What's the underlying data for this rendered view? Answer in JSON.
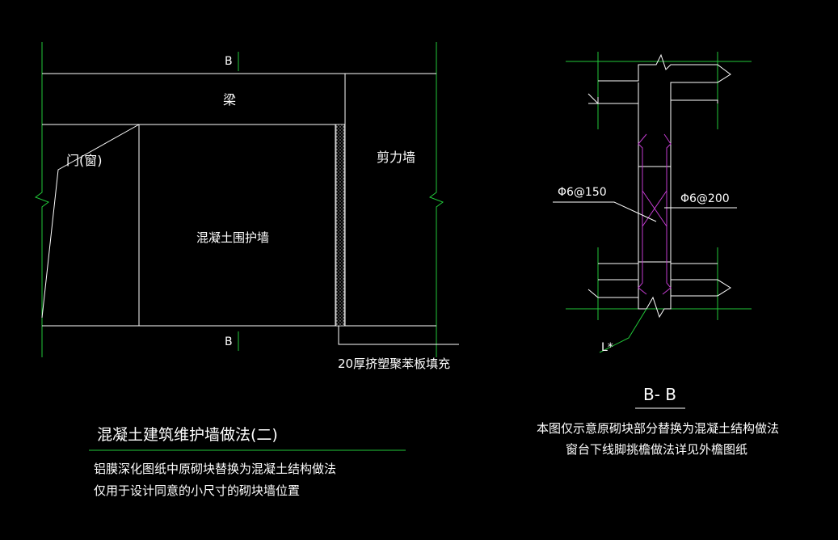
{
  "drawing": {
    "background": "#000000",
    "colors": {
      "line_white": "#ffffff",
      "line_green": "#22c93a",
      "rebar_magenta": "#c23ccf"
    },
    "left_detail": {
      "dim_top": "B",
      "dim_bottom": "B",
      "beam_label": "梁",
      "door_label": "门(窗)",
      "shear_wall_label": "剪力墙",
      "concrete_wall_label": "混凝土围护墙",
      "filler_note": "20厚挤塑聚苯板填充"
    },
    "right_detail": {
      "rebar_left": "Φ6@150",
      "rebar_right": "Φ6@200",
      "leader_label": "L*",
      "section_label": "B- B",
      "note_lines": [
        "本图仅示意原砌块部分替换为混凝土结构做法",
        "窗台下线脚挑檐做法详见外檐图纸"
      ]
    },
    "title_block": {
      "title": "混凝土建筑维护墙做法(二)",
      "notes": [
        "铝膜深化图纸中原砌块替换为混凝土结构做法",
        "仅用于设计同意的小尺寸的砌块墙位置"
      ]
    }
  }
}
